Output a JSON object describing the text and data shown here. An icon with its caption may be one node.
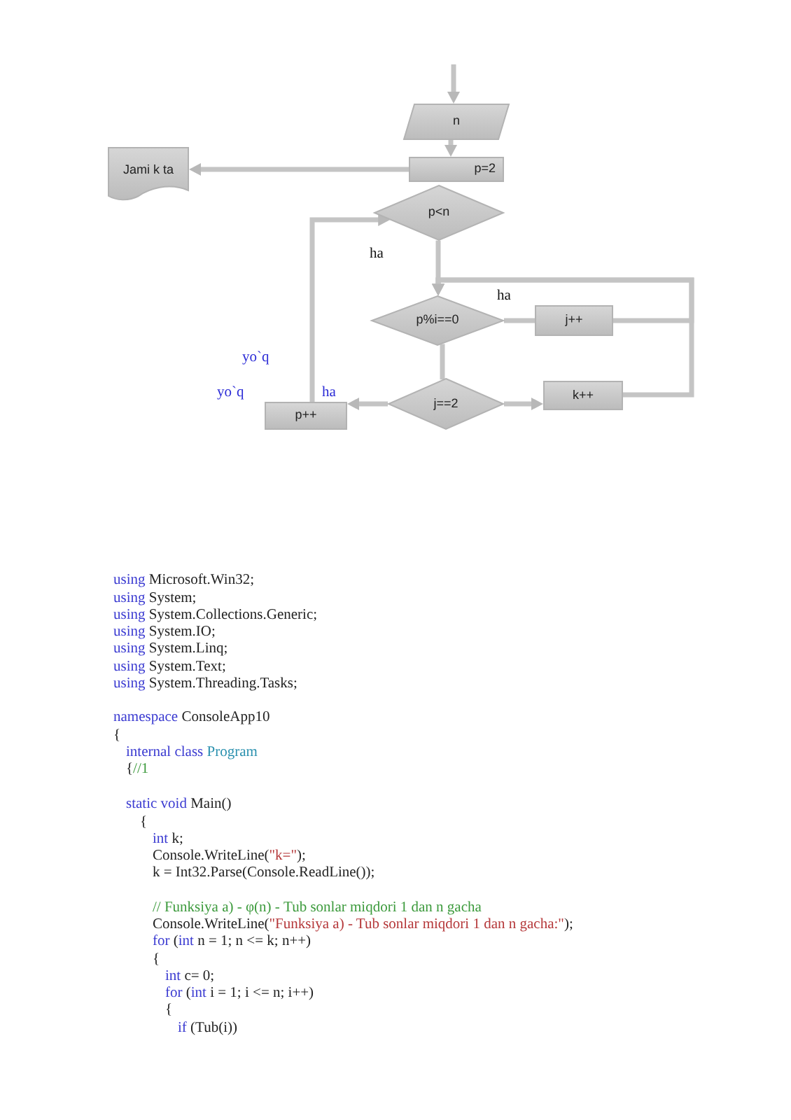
{
  "diagram": {
    "nodes": [
      {
        "text": [
          "n"
        ]
      },
      {
        "text": [
          "Jami k ta"
        ]
      },
      {
        "text": [
          "p=2"
        ]
      },
      {
        "text": [
          "p<n"
        ]
      },
      {
        "text": [
          "p%i==0"
        ]
      },
      {
        "text": [
          "j++"
        ]
      },
      {
        "text": [
          "j==2"
        ]
      },
      {
        "text": [
          "k++"
        ]
      },
      {
        "text": [
          "p++"
        ]
      }
    ],
    "edges": [
      {
        "from": null,
        "to": 0,
        "arrow": "to"
      },
      {
        "from": 0,
        "to": 2,
        "arrow": "to"
      },
      {
        "from": 2,
        "to": 1,
        "arrow": "to"
      },
      {
        "from": 8,
        "to": 3,
        "arrow": "to"
      },
      {
        "from": 3,
        "to": 4,
        "arrow": "to",
        "label": "ha"
      },
      {
        "from": 4,
        "to": 5,
        "arrow": "none",
        "label": "ha"
      },
      {
        "from": 4,
        "to": 6,
        "arrow": "none"
      },
      {
        "from": 6,
        "to": 7,
        "arrow": "to"
      },
      {
        "from": 6,
        "to": 8,
        "arrow": "to"
      },
      {
        "from": 5,
        "to": 4,
        "arrow": "to"
      },
      {
        "from": 7,
        "to": 4,
        "arrow": "to"
      }
    ],
    "labels": [
      "yo`q",
      "yo`q",
      "ha",
      "using Microsoft.Win32;",
      "using System;",
      "using System.Collections.Generic;",
      "using System.IO;",
      "using System.Linq;",
      "using System.Text;",
      "using System.Threading.Tasks;",
      "namespace ConsoleApp10",
      "{",
      "internal class Program",
      "{//1",
      "static void Main()",
      "{",
      "int k;",
      "Console.WriteLine(\"k=\");",
      "k = Int32.Parse(Console.ReadLine());",
      "// Funksiya a) - φ(n) - Tub sonlar miqdori 1 dan n gacha",
      "Console.WriteLine(\"Funksiya a) - Tub sonlar miqdori 1 dan n gacha:\");",
      "for (int n = 1; n <= k; n++)",
      "{",
      "int c= 0;",
      "for (int i = 1; i <= n; i++)",
      "{",
      "if (Tub(i))"
    ]
  }
}
